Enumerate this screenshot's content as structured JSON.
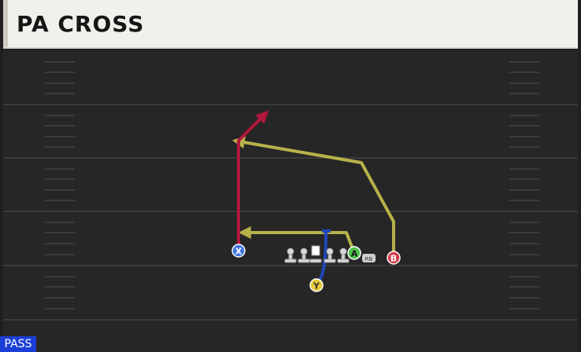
{
  "play": {
    "name": "PA CROSS",
    "type_badge": "PASS"
  },
  "players": {
    "x": "X",
    "y": "Y",
    "a": "A",
    "b": "B",
    "rb_tag": "RB"
  },
  "colors": {
    "x_route": "#b0173c",
    "a_route": "#b6b24a",
    "b_route": "#b6b24a",
    "y_route": "#1f47b8",
    "x_player": "#3f77e0",
    "y_player": "#e7c83a",
    "a_player": "#4bc24a",
    "b_player": "#d63a4a",
    "pass_badge": "#1b3fd6"
  }
}
